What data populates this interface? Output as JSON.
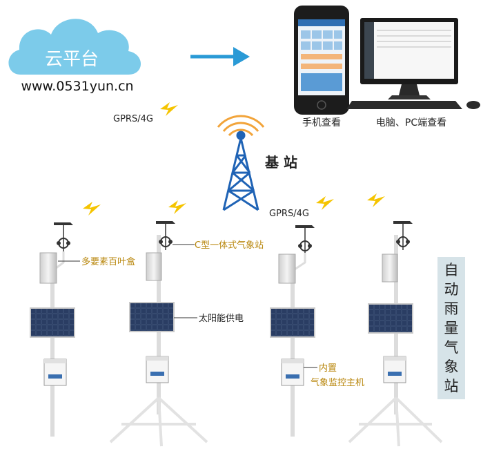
{
  "cloud": {
    "label": "云平台",
    "url": "www.0531yun.cn"
  },
  "network": {
    "label_top": "GPRS/4G",
    "label_bottom": "GPRS/4G"
  },
  "base_station": {
    "label": "基 站"
  },
  "devices": {
    "phone_label": "手机查看",
    "pc_label": "电脑、PC端查看"
  },
  "callouts": {
    "multi_shutter": "多要素百叶盒",
    "c_type_station": "C型一体式气象站",
    "solar": "太阳能供电",
    "controller_line1": "内置",
    "controller_line2": "气象监控主机"
  },
  "side_title": {
    "chars": [
      "自",
      "动",
      "雨",
      "量",
      "气",
      "象",
      "站"
    ]
  },
  "colors": {
    "cloud": "#7ccbea",
    "tower": "#1f63b5",
    "bolt": "#f5c400",
    "arrow": "#2a9ad6",
    "callout": "#b8860b"
  }
}
